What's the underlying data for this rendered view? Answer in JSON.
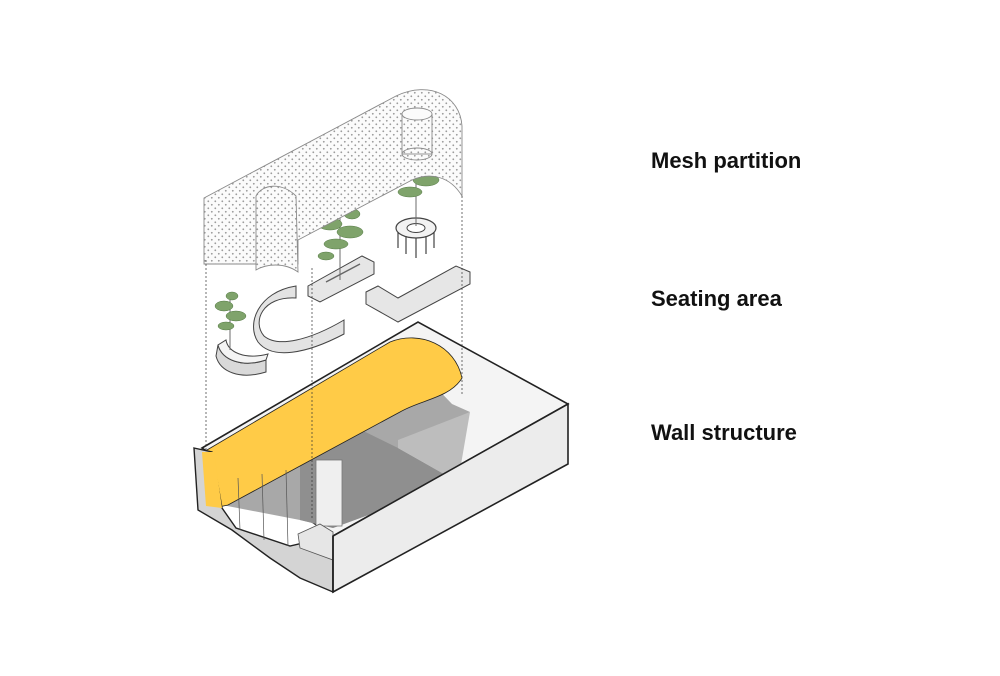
{
  "diagram": {
    "layers": [
      {
        "id": "mesh",
        "label": "Mesh partition"
      },
      {
        "id": "seating",
        "label": "Seating area"
      },
      {
        "id": "wall",
        "label": "Wall structure"
      }
    ],
    "colors": {
      "accent_yellow": "#FFCB47",
      "wall_light": "#EDEDED",
      "wall_mid": "#B3B3B3",
      "wall_dark": "#8E8E8E",
      "outline": "#222222",
      "mesh_dot": "#9A9A9A",
      "plant_green": "#7FA36B"
    }
  }
}
